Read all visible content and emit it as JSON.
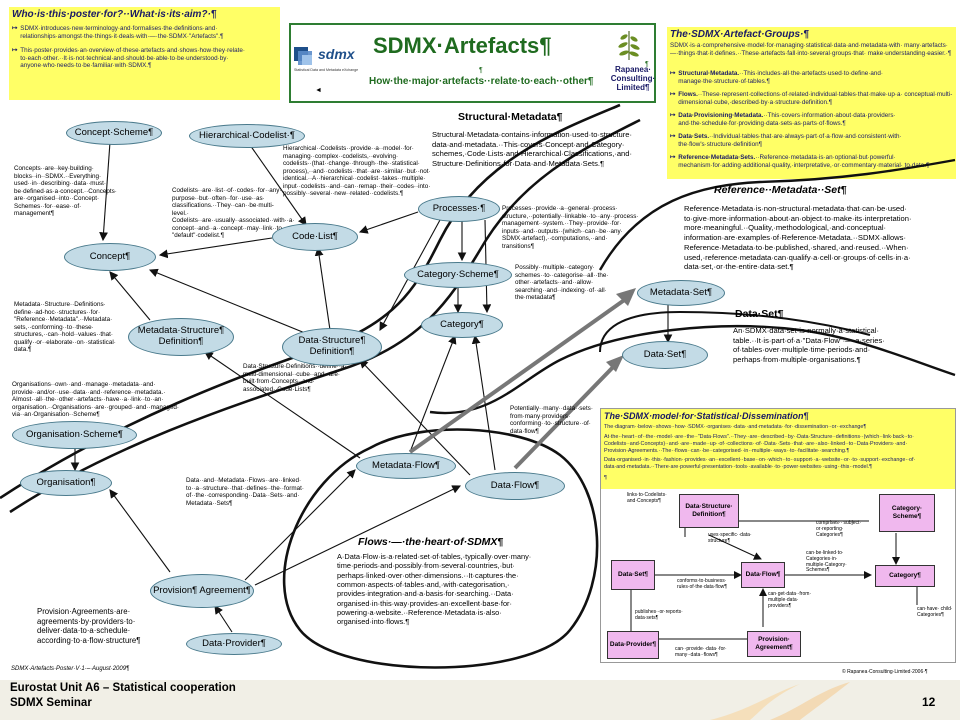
{
  "header": {
    "poster_title": "SDMX·Artefacts¶",
    "poster_subtitle": "How·the·major·artefacts··relate·to·each··other¶",
    "logo_text": "sdmx",
    "logo_caption": "Statistical Data and Metadata eXchange",
    "para1": "¶",
    "para2": "¶",
    "company": "Rapanea·\nConsulting·\nLimited¶",
    "cursor_mark": "◄"
  },
  "who_box": {
    "title": "Who·is·this·poster·for?··What·is·its·aim?·¶",
    "bullets": [
      "SDMX·introduces·new·terminology·and·formalises·the·definitions·and· relationships·amongst·the·things·it·deals·with·—·the·SDMX·\"Artefacts\".¶",
      "This·poster·provides·an·overview·of·these·artefacts·and·shows·how·they·relate· to·each·other.··It·is·not·technical·and·should·be·able·to·be·understood·by· anyone·who·needs·to·be·familiar·with·SDMX.¶"
    ]
  },
  "groups_box": {
    "title": "The·SDMX·Artefact·Groups·¶",
    "intro": "SDMX·is·a·comprehensive·model·for·managing·statistical·data·and·metadata·with· many·artefacts·—·things·that·it·defines.··These·artefacts·fall·into·several·groups·that· make·understanding·easier.·¶",
    "bullets": [
      {
        "name": "Structural·Metadata.",
        "text": "··This·includes·all·the·artefacts·used·to·define·and· manage·the·structure·of·tables.¶"
      },
      {
        "name": "Flows.",
        "text": "··These·represent·collections·of·related·individual·tables·that·make·up·a· conceptual·multi-dimensional·cube,·described·by·a·structure·definition.¶"
      },
      {
        "name": "Data·Provisioning·Metadata.",
        "text": "··This·covers·information·about·data·providers· and·the·schedule·for·providing·data·sets·as·parts·of·flows.¶"
      },
      {
        "name": "Data·Sets.",
        "text": "··Individual·tables·that·are·always·part·of·a·flow·and·consistent·with· the·flow's·structure·definition¶"
      },
      {
        "name": "Reference·Metadata·Sets.",
        "text": "··Reference·metadata·is·an·optional·but·powerful· mechanism·for·adding·additional·quality,·interpretative,·or·commentary·material· to·data.¶"
      }
    ]
  },
  "sections": {
    "structural_title": "Structural·Metadata¶",
    "structural_text": "Structural·Metadata·contains·information·used·to·structure· data·and·metadata.··This·covers·Concept·and·Category· schemes,·Code·Lists·and·Hierarchical·Classifications,·and· Structure·Definitions·for·Data·and·Metadata·Sets.¶",
    "refmeta_title": "Reference··Metadata··Set¶",
    "refmeta_text": "Reference·Metadata·is·non-structural·metadata·that·can·be·used· to·give·more·information·about·an·object·to·make·its·interpretation· more·meaningful.··Quality,·methodological,·and·conceptual· information·are·examples·of·Reference·Metadata.··SDMX·allows· Reference·Metadata·to·be·published,·shared,·and·reused.··When· used,·reference·metadata·can·qualify·a·cell·or·groups·of·cells·in·a· data·set,·or·the·entire·data·set.¶",
    "dataset_title": "Data·Set¶",
    "dataset_text": "An·SDMX·data·set·is·normally·a·statistical· table.··It·is·part·of·a·\"Data·Flow\"·—·a·series· of·tables·over·multiple·time·periods·and· perhaps·from·multiple·organisations.¶",
    "flows_title": "Flows·—·the·heart·of·SDMX¶",
    "flows_text": "A·Data·Flow·is·a·related·set·of·tables,·typically·over·many· time·periods·and·possibly·from·several·countries,·but· perhaps·linked·over·other·dimensions.··It·captures·the· common·aspects·of·tables·and,·with·categorisation,· provides·integration·and·a·basis·for·searching.··Data· organised·in·this·way·provides·an·excellent·base·for· powering·a·website.··Reference·Metadata·is·also· organised·into·flows.¶",
    "provision_text": "Provision·Agreements·are· agreements·by·providers·to· deliver·data·to·a·schedule· according·to·a·flow·structure¶"
  },
  "nodes": {
    "concept_scheme": "Concept·Scheme¶",
    "hierarchical_codelist": "Hierarchical·Codelist·¶",
    "concept": "Concept¶",
    "code_list": "Code·List¶",
    "processes": "Processes·¶",
    "category_scheme": "Category·Scheme¶",
    "category": "Category¶",
    "metadata_structure_definition": "Metadata·Structure¶ Definition¶",
    "data_structure_definition": "Data·Structure¶ Definition¶",
    "metadata_set": "Metadata·Set¶",
    "data_set": "Data·Set¶",
    "organisation_scheme": "Organisation·Scheme¶",
    "organisation": "Organisation¶",
    "metadata_flow": "Metadata·Flow¶",
    "data_flow": "Data·Flow¶",
    "provision_agreement": "Provision¶ Agreement¶",
    "data_provider": "Data·Provider¶"
  },
  "notes": {
    "concepts": "Concepts··are··key·building· blocks··in··SDMX.··Everything· used··in··describing··data··must· be·defined·as·a·concept.··Concepts· are··organised··into··Concept· Schemes··for··ease··of· management¶",
    "hierarchical": "Hierarchical··Codelists··provide··a··model··for· managing··complex··codelists,··evolving· codelists··(that··change··through··the··statistical· process),··and··codelists··that··are··similar··but··not· identical.··A··hierarchical··codelist··takes··multiple· input··codelists··and··can··remap··their··codes··into· possibly··several··new··related··codelists.¶",
    "codelists": "Codelists··are··list··of··codes··for··any· purpose··but··often··for··use··as· classifications.··They··can··be·multi-level.· Codelists··are··usually··associated··with··a· concept··and··a··concept··may··link··to··a· \"default\"·codelist.¶",
    "processes": "Processes··provide··a··general··process· structure,··potentially··linkable··to··any··process· management··system.··They··provide··for· inputs··and··outputs··(which··can··be··any· SDMX·artefact),··computations,··and· transitions¶",
    "categories": "Possibly··multiple··category· schemes··to··categorise··all··the· other··artefacts··and··allow· searching··and··indexing··of··all· the·metadata¶",
    "msd": "Metadata··Structure··Definitions· define··ad-hoc··structures··for· \"Reference··Metadata\".··Metadata· sets,··conforming··to··these· structures,··can··hold··values··that· qualify··or··elaborate··on··statistical· data.¶",
    "dsd": "Data·Structure·Definitions··define··a· multi-dimensional··cube··and··are· built·from·Concepts··and· associated··Code·Lists¶",
    "organisations": "Organisations··own··and··manage··metadata··and· provide··and/or··use··data··and··reference··metadata.· Almost··all··the··other··artefacts··have··a··link··to··an· organisation.··Organisations··are··grouped··and··managed· via··an·Organisation··Scheme¶",
    "dataflow": "Potentially··many··data··sets· from·many·providers· conforming··to··structure··of· data·flow¶",
    "flows_linked": "Data··and··Metadata··Flows··are··linked· to··a··structure··that··defines··the··format· of··the··corresponding··Data··Sets··and· Metadata··Sets¶"
  },
  "dissemination": {
    "title": "The·SDMX·model·for·Statistical·Dissemination¶",
    "p1": "The·diagram··below··shows··how··SDMX··organises··data··and·metadata··for··dissemination··or··exchange¶",
    "p2": "At·the··heart··of··the··model··are··the··\"Data·Flows\".··They··are··described··by··Data·Structure··definitions··(which··link·back··to· Codelists··and·Concepts)··and··are··made··up··of··collections··of··Data··Sets··that··are··also··linked··to··Data·Providers··and· Provision·Agreements.··The··flows··can··be··categorised··in··multiple··ways··to··facilitate··searching.¶",
    "p3": "Data·organised··in··this··fashion··provides··an··excellent··base··on··which··to··support··a··website··or··to··support··exchange··of· data·and·metadata.··There·are·powerful·presentation··tools··available··to··power·websites··using··this··model.¶",
    "p4": "¶",
    "boxes": {
      "dsd": "Data·Structure· Definition¶",
      "category_scheme": "Category· Scheme¶",
      "data_set": "Data·Set¶",
      "data_flow": "Data·Flow¶",
      "category": "Category¶",
      "data_provider": "Data·Provider¶",
      "provision_agreement": "Provision· Agreement¶"
    },
    "labels": {
      "links_codelists": "links·to·Codelists· and·Concepts¶",
      "uses_specific": "uses·specific··data· structure¶",
      "comprises": "comprises·· subject· or·reporting· Categories¶",
      "can_be_linked": "can·be·linked·to· Categories·in· multiple·Category· Schemes¶",
      "conforms": "conforms·to·business· rules·of·the·data·flow¶",
      "can_get_data": "can·get·data··from· multiple·data· providers¶",
      "publishes": "publishes··or·reports· data·sets¶",
      "can_provide": "can··provide··data··for· many··data··flows¶",
      "can_have_child": "can·have· child· Categories¶"
    }
  },
  "bottom": {
    "footer_left": "SDMX·Artefacts·Poster·V·1·–·August·2009¶",
    "footer_right": "© Rapanea·Consulting·Limited·2006·¶"
  },
  "slide_footer": {
    "line1": "Eurostat Unit A6 – Statistical cooperation",
    "line2": "SDMX Seminar",
    "page_number": "12"
  },
  "colors": {
    "yellow_box": "#ffff66",
    "node_fill": "#c3dbe6",
    "node_border": "#4a7a8c",
    "pink_box": "#f0b8ee",
    "title_green": "#1f6b1f",
    "title_navy": "#1a1a66"
  }
}
